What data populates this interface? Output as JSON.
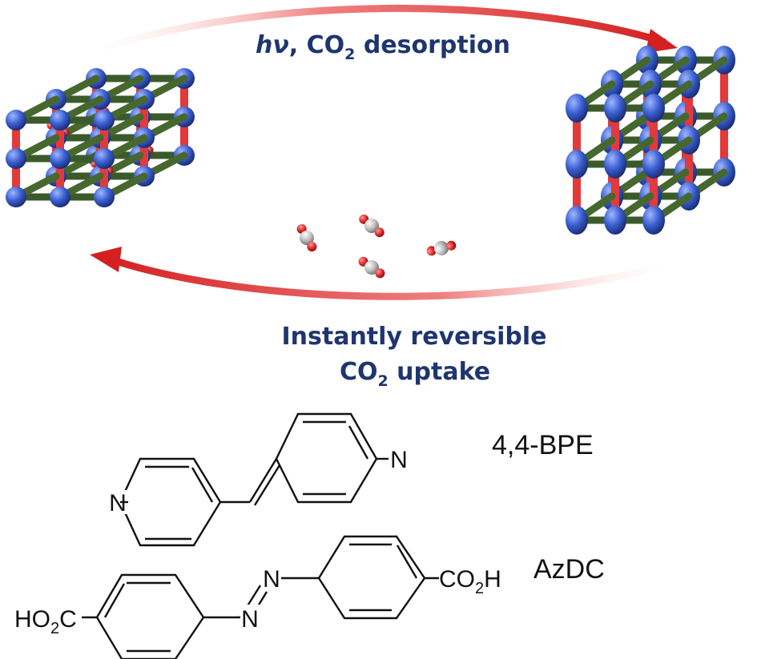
{
  "cycle": {
    "top_label": {
      "italic": "hν",
      "text": ", CO",
      "sub": "2",
      "tail": " desorption"
    },
    "bottom_label_line1": "Instantly reversible",
    "bottom_label_line2": {
      "text": "CO",
      "sub": "2",
      "tail": " uptake"
    },
    "label_color": "#1f3570",
    "arrow_color": "#e23a3a"
  },
  "frameworks": {
    "node_color": "#3a5fd1",
    "pillar_color": "#e23a3a",
    "linker_color": "#3b5a2a"
  },
  "molecules": [
    {
      "name": "4,4-BPE",
      "atoms": [
        "N",
        "N"
      ]
    },
    {
      "name": "AzDC",
      "atoms": [
        "N",
        "N"
      ],
      "groups": [
        {
          "text": "HO",
          "sub": "2",
          "tail": "C"
        },
        {
          "text": "CO",
          "sub": "2",
          "tail": "H"
        }
      ]
    }
  ]
}
